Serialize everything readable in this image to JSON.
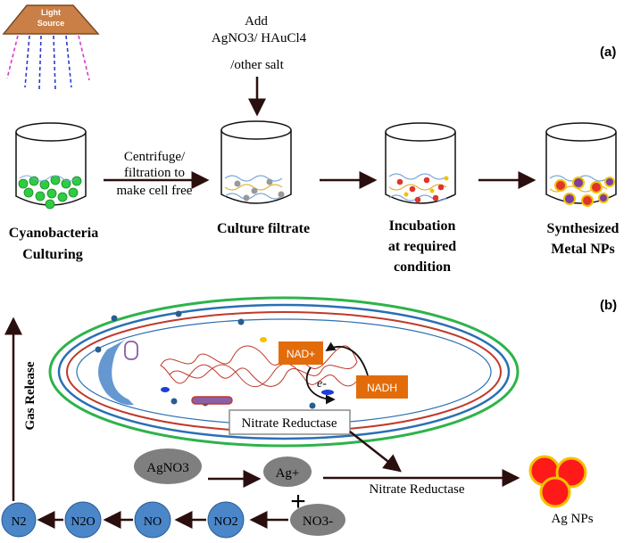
{
  "panel_a": {
    "label": "(a)",
    "light_source": [
      "Light",
      "Source"
    ],
    "add_label": [
      "Add",
      "AgNO3/ HAuCl4",
      "/other salt"
    ],
    "step1_label": [
      "Cyanobacteria",
      "Culturing"
    ],
    "centrifuge_label": [
      "Centrifuge/",
      "filtration to",
      "make cell free"
    ],
    "step2_label": [
      "Culture filtrate"
    ],
    "step3_label": [
      "Incubation",
      "at required",
      "condition"
    ],
    "step4_label": [
      "Synthesized",
      "Metal NPs"
    ]
  },
  "panel_b": {
    "label": "(b)",
    "gas_release": "Gas Release",
    "nad_plus": "NAD+",
    "nadh": "NADH",
    "electron": "e-",
    "nitrate_reductase_box": "Nitrate Reductase",
    "agno3": "AgNO3",
    "ag_plus": "Ag+",
    "plus": "+",
    "no3": "NO3-",
    "nitrate_reductase_arrow": "Nitrate Reductase",
    "ag_nps": "Ag NPs",
    "chain": [
      "N2",
      "N2O",
      "NO",
      "NO2"
    ]
  },
  "colors": {
    "arrow": "#2b0f0f",
    "orange_box": "#e36c0a",
    "blue_circle": "#4a86c8",
    "gray_circle": "#7f7f7f",
    "cell_green": "#2eb34a",
    "cell_blue": "#2a6fb5",
    "cell_red": "#c0392b",
    "np_red": "#ff1a1a",
    "np_gold": "#f2c200"
  }
}
